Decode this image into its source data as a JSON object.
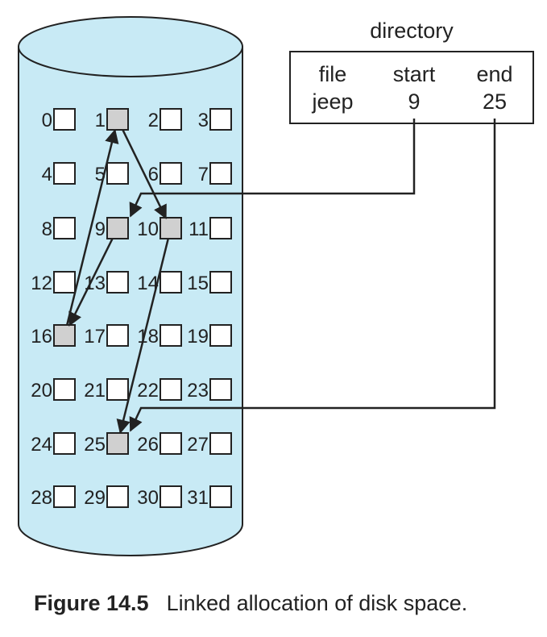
{
  "directory": {
    "title": "directory",
    "headers": [
      "file",
      "start",
      "end"
    ],
    "row": [
      "jeep",
      "9",
      "25"
    ]
  },
  "blocks": [
    {
      "n": 0,
      "used": false
    },
    {
      "n": 1,
      "used": true
    },
    {
      "n": 2,
      "used": false
    },
    {
      "n": 3,
      "used": false
    },
    {
      "n": 4,
      "used": false
    },
    {
      "n": 5,
      "used": false
    },
    {
      "n": 6,
      "used": false
    },
    {
      "n": 7,
      "used": false
    },
    {
      "n": 8,
      "used": false
    },
    {
      "n": 9,
      "used": true
    },
    {
      "n": 10,
      "used": true
    },
    {
      "n": 11,
      "used": false
    },
    {
      "n": 12,
      "used": false
    },
    {
      "n": 13,
      "used": false
    },
    {
      "n": 14,
      "used": false
    },
    {
      "n": 15,
      "used": false
    },
    {
      "n": 16,
      "used": true
    },
    {
      "n": 17,
      "used": false
    },
    {
      "n": 18,
      "used": false
    },
    {
      "n": 19,
      "used": false
    },
    {
      "n": 20,
      "used": false
    },
    {
      "n": 21,
      "used": false
    },
    {
      "n": 22,
      "used": false
    },
    {
      "n": 23,
      "used": false
    },
    {
      "n": 24,
      "used": false
    },
    {
      "n": 25,
      "used": true
    },
    {
      "n": 26,
      "used": false
    },
    {
      "n": 27,
      "used": false
    },
    {
      "n": 28,
      "used": false
    },
    {
      "n": 29,
      "used": false
    },
    {
      "n": 30,
      "used": false
    },
    {
      "n": 31,
      "used": false
    }
  ],
  "chain": [
    9,
    16,
    1,
    10,
    25
  ],
  "caption": {
    "number": "Figure 14.5",
    "text": "Linked allocation of disk space."
  },
  "colors": {
    "disk_fill": "#c8eaf5",
    "block_used": "#d0d0d0",
    "block_free": "#ffffff",
    "stroke": "#222222"
  }
}
